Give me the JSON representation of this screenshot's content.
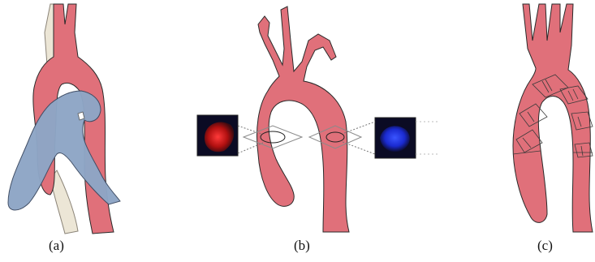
{
  "figure": {
    "panels": [
      {
        "label": "(a)",
        "subject": "aorta-with-adjacent-vessels"
      },
      {
        "label": "(b)",
        "subject": "aorta-with-cross-section-insets"
      },
      {
        "label": "(c)",
        "subject": "aorta-with-probe-planes"
      }
    ],
    "colors": {
      "aorta": "#e0707a",
      "aorta_outline": "#2a2a2a",
      "vein_blue": "#8ea6c6",
      "vessel_cream": "#ece6d6",
      "inset_red": "#d21a1a",
      "inset_blue": "#1d2fd6",
      "inset_bg": "#0b0b24"
    }
  }
}
